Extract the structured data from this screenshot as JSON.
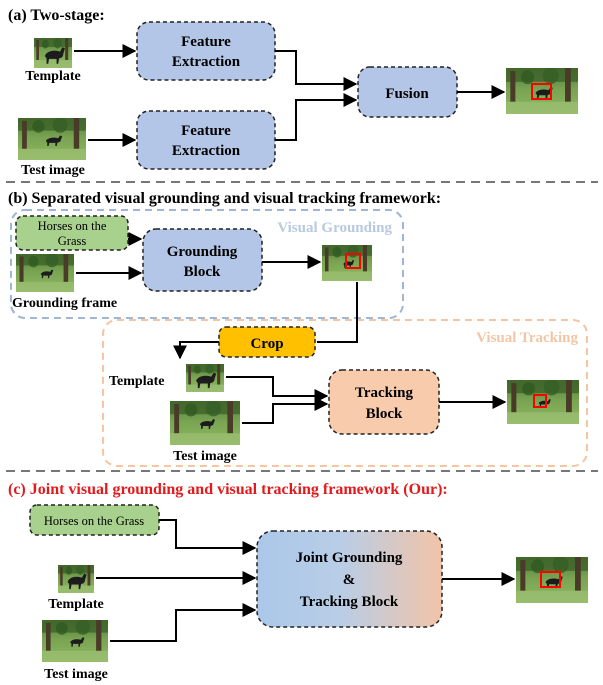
{
  "section_a": {
    "title": "(a) Two-stage:",
    "template_label": "Template",
    "test_label": "Test image",
    "feature_extraction_line1": "Feature",
    "feature_extraction_line2": "Extraction",
    "fusion": "Fusion"
  },
  "section_b": {
    "title": "(b) Separated visual grounding and visual tracking framework:",
    "language_line1": "Horses on the",
    "language_line2": "Grass",
    "grounding_block_line1": "Grounding",
    "grounding_block_line2": "Block",
    "grounding_frame_label": "Grounding frame",
    "visual_grounding_label": "Visual Grounding",
    "crop": "Crop",
    "visual_tracking_label": "Visual Tracking",
    "template_label": "Template",
    "tracking_block_line1": "Tracking",
    "tracking_block_line2": "Block",
    "test_label": "Test image"
  },
  "section_c": {
    "title": "(c) Joint visual grounding and visual tracking framework (Our):",
    "language": "Horses on the Grass",
    "template_label": "Template",
    "test_label": "Test image",
    "joint_line1": "Joint Grounding",
    "joint_line2": "&",
    "joint_line3": "Tracking Block"
  },
  "colors": {
    "blue_block": "#b4c6e7",
    "green_text": "#a9d18e",
    "orange_crop": "#ffc000",
    "tracking_block": "#f8cbad",
    "grounding_region": "#9fb6d6",
    "tracking_region": "#f4b183",
    "title_red": "#e31a1c",
    "bbox_red": "#ff0000"
  }
}
